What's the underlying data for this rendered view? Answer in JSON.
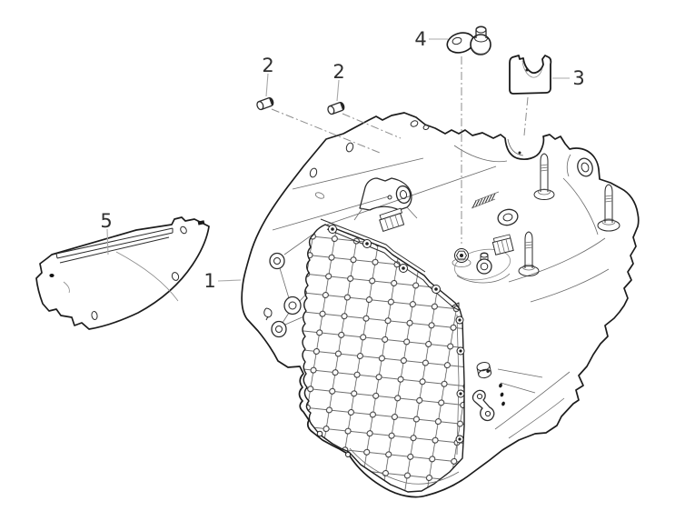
{
  "figure": {
    "background": "#ffffff",
    "line_color": "#1c1c1c",
    "leader_color": "#a8a8a8",
    "label_color": "#2f2f2f",
    "callouts": {
      "c1": "1",
      "c2a": "2",
      "c2b": "2",
      "c3": "3",
      "c4": "4",
      "c5": "5"
    }
  }
}
